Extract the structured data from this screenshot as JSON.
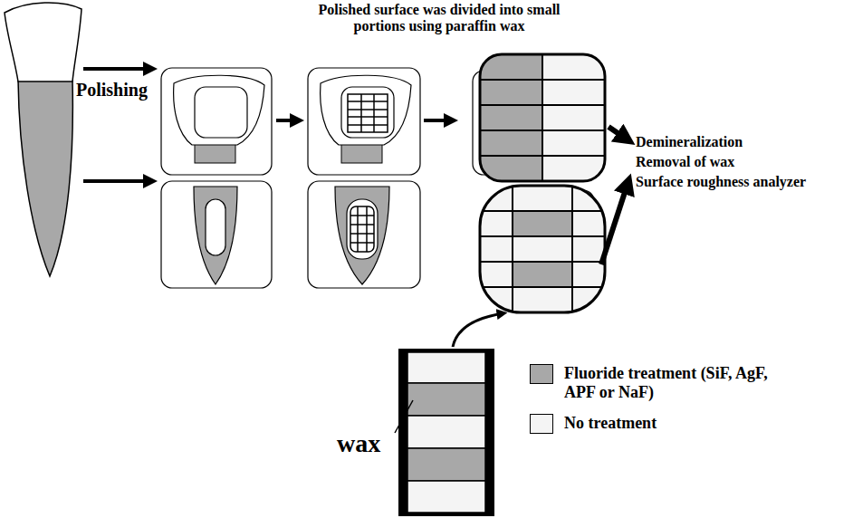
{
  "diagram": {
    "labels": [
      "Polished surface was divided into small portions using paraffin wax",
      "Polishing",
      "Demineralization",
      "Removal of wax",
      "Surface roughness analyzer",
      "wax"
    ],
    "legend": [
      {
        "text": "Fluoride treatment (SiF, AgF, APF or NaF)",
        "color": "#a8a8a8"
      },
      {
        "text": "No treatment",
        "color": "#f4f4f4"
      }
    ]
  }
}
